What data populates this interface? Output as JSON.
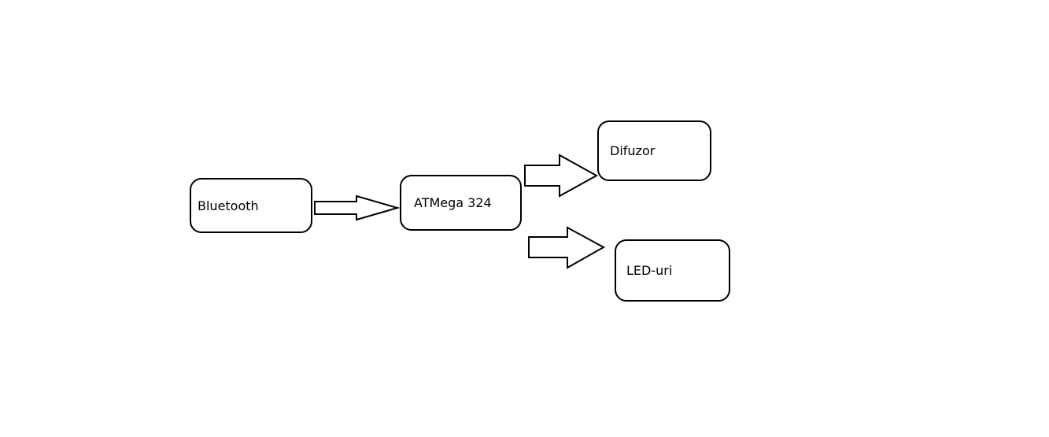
{
  "diagram": {
    "nodes": {
      "bluetooth": "Bluetooth",
      "atmega": "ATMega 324",
      "difuzor": "Difuzor",
      "leduri": "LED-uri"
    },
    "edges": [
      {
        "from": "Bluetooth",
        "to": "ATMega 324"
      },
      {
        "from": "ATMega 324",
        "to": "Difuzor"
      },
      {
        "from": "ATMega 324",
        "to": "LED-uri"
      }
    ],
    "colors": {
      "stroke": "#000000",
      "background": "#ffffff"
    }
  }
}
